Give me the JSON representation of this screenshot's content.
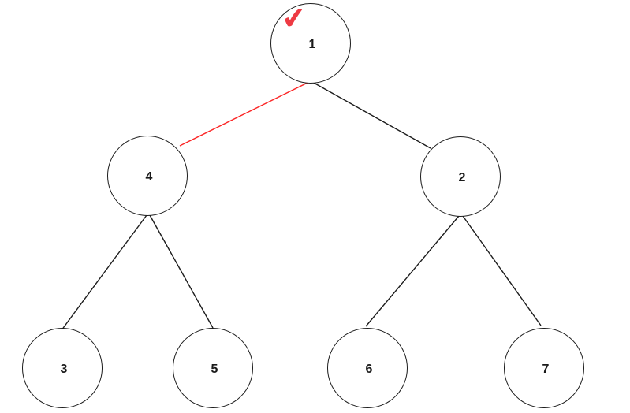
{
  "diagram": {
    "type": "binary-tree",
    "background_color": "#ffffff",
    "node_stroke_color": "#1c1c1c",
    "default_edge_color": "#1c1c1c",
    "highlight_edge_color": "#fb2626",
    "checkmark": {
      "glyph": "✔",
      "color": "#ee3a43",
      "on_node": "1"
    },
    "nodes": [
      {
        "id": "1",
        "label": "1",
        "level": "root",
        "marked": true
      },
      {
        "id": "4",
        "label": "4",
        "level": "child",
        "marked": false
      },
      {
        "id": "2",
        "label": "2",
        "level": "child",
        "marked": false
      },
      {
        "id": "3",
        "label": "3",
        "level": "leaf",
        "marked": false
      },
      {
        "id": "5",
        "label": "5",
        "level": "leaf",
        "marked": false
      },
      {
        "id": "6",
        "label": "6",
        "level": "leaf",
        "marked": false
      },
      {
        "id": "7",
        "label": "7",
        "level": "leaf",
        "marked": false
      }
    ],
    "edges": [
      {
        "from": "1",
        "to": "4",
        "color": "#fb2626",
        "highlighted": true
      },
      {
        "from": "1",
        "to": "2",
        "color": "#1c1c1c",
        "highlighted": false
      },
      {
        "from": "4",
        "to": "3",
        "color": "#1c1c1c",
        "highlighted": false
      },
      {
        "from": "4",
        "to": "5",
        "color": "#1c1c1c",
        "highlighted": false
      },
      {
        "from": "2",
        "to": "6",
        "color": "#1c1c1c",
        "highlighted": false
      },
      {
        "from": "2",
        "to": "7",
        "color": "#1c1c1c",
        "highlighted": false
      }
    ]
  }
}
